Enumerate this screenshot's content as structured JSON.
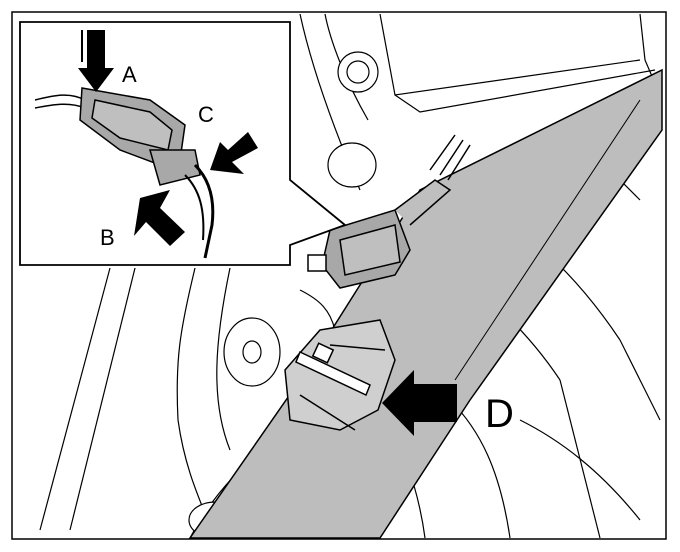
{
  "labels": {
    "a": "A",
    "b": "B",
    "c": "C",
    "d": "D"
  },
  "colors": {
    "ink": "#000000",
    "paper": "#ffffff",
    "hose_fill": "#bdbdbd",
    "connector_fill": "#a8a8a8"
  }
}
